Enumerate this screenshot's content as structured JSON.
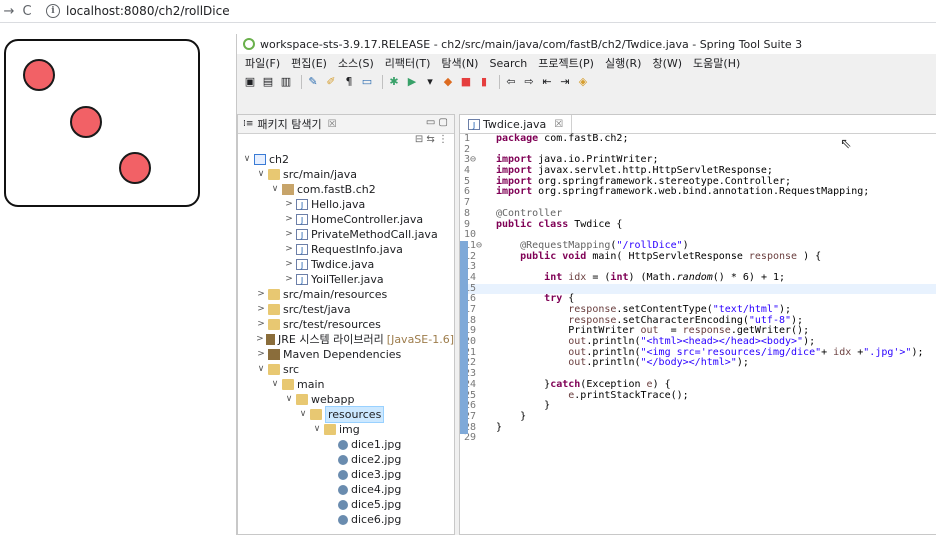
{
  "browser": {
    "url": "localhost:8080/ch2/rollDice"
  },
  "dice": {
    "pips": 3,
    "pip_color": "#f26166"
  },
  "ide": {
    "title": "workspace-sts-3.9.17.RELEASE - ch2/src/main/java/com/fastB/ch2/Twdice.java - Spring Tool Suite 3",
    "menu": [
      "파일(F)",
      "편집(E)",
      "소스(S)",
      "리팩터(T)",
      "탐색(N)",
      "Search",
      "프로젝트(P)",
      "실행(R)",
      "창(W)",
      "도움말(H)"
    ]
  },
  "explorer": {
    "tab_label": "패키지 탐색기",
    "tab_close": "☒",
    "nodes": [
      {
        "label": "ch2",
        "level": 0,
        "expand": "∨",
        "icon": "project-icon"
      },
      {
        "label": "src/main/java",
        "level": 1,
        "expand": "∨",
        "icon": "source-folder-icon"
      },
      {
        "label": "com.fastB.ch2",
        "level": 2,
        "expand": "∨",
        "icon": "package-icon"
      },
      {
        "label": "Hello.java",
        "level": 3,
        "expand": ">",
        "icon": "java-file-icon"
      },
      {
        "label": "HomeController.java",
        "level": 3,
        "expand": ">",
        "icon": "java-file-icon"
      },
      {
        "label": "PrivateMethodCall.java",
        "level": 3,
        "expand": ">",
        "icon": "java-file-icon"
      },
      {
        "label": "RequestInfo.java",
        "level": 3,
        "expand": ">",
        "icon": "java-file-icon"
      },
      {
        "label": "Twdice.java",
        "level": 3,
        "expand": ">",
        "icon": "java-file-icon"
      },
      {
        "label": "YoilTeller.java",
        "level": 3,
        "expand": ">",
        "icon": "java-file-icon"
      },
      {
        "label": "src/main/resources",
        "level": 1,
        "expand": ">",
        "icon": "source-folder-icon"
      },
      {
        "label": "src/test/java",
        "level": 1,
        "expand": ">",
        "icon": "source-folder-icon"
      },
      {
        "label": "src/test/resources",
        "level": 1,
        "expand": ">",
        "icon": "source-folder-icon"
      },
      {
        "label": "JRE 시스템 라이브러리",
        "tag": "[JavaSE-1.6]",
        "level": 1,
        "expand": ">",
        "icon": "library-icon"
      },
      {
        "label": "Maven Dependencies",
        "level": 1,
        "expand": ">",
        "icon": "library-icon"
      },
      {
        "label": "src",
        "level": 1,
        "expand": "∨",
        "icon": "folder-icon"
      },
      {
        "label": "main",
        "level": 2,
        "expand": "∨",
        "icon": "folder-icon"
      },
      {
        "label": "webapp",
        "level": 3,
        "expand": "∨",
        "icon": "folder-icon"
      },
      {
        "label": "resources",
        "level": 4,
        "expand": "∨",
        "icon": "folder-icon",
        "selected": true
      },
      {
        "label": "img",
        "level": 5,
        "expand": "∨",
        "icon": "folder-icon"
      },
      {
        "label": "dice1.jpg",
        "level": 6,
        "expand": "",
        "icon": "image-file-icon"
      },
      {
        "label": "dice2.jpg",
        "level": 6,
        "expand": "",
        "icon": "image-file-icon"
      },
      {
        "label": "dice3.jpg",
        "level": 6,
        "expand": "",
        "icon": "image-file-icon"
      },
      {
        "label": "dice4.jpg",
        "level": 6,
        "expand": "",
        "icon": "image-file-icon"
      },
      {
        "label": "dice5.jpg",
        "level": 6,
        "expand": "",
        "icon": "image-file-icon"
      },
      {
        "label": "dice6.jpg",
        "level": 6,
        "expand": "",
        "icon": "image-file-icon"
      }
    ]
  },
  "editor": {
    "tab_label": "Twdice.java",
    "tab_close": "☒",
    "current_line": 15,
    "lines": [
      {
        "n": "1",
        "html": "<span class='kw'>package</span> com.fastB.ch2;"
      },
      {
        "n": "2",
        "html": ""
      },
      {
        "n": "3⊖",
        "html": "<span class='kw'>import</span> java.io.PrintWriter;"
      },
      {
        "n": "4",
        "html": "<span class='kw'>import</span> javax.servlet.http.HttpServletResponse;"
      },
      {
        "n": "5",
        "html": "<span class='kw'>import</span> org.springframework.stereotype.Controller;"
      },
      {
        "n": "6",
        "html": "<span class='kw'>import</span> org.springframework.web.bind.annotation.RequestMapping;"
      },
      {
        "n": "7",
        "html": ""
      },
      {
        "n": "8",
        "html": "<span class='ann'>@Controller</span>"
      },
      {
        "n": "9",
        "html": "<span class='kw'>public class</span> Twdice {"
      },
      {
        "n": "10",
        "html": ""
      },
      {
        "n": "11⊖",
        "html": "    <span class='ann'>@RequestMapping</span>(<span class='str'>\"/rollDice\"</span>)"
      },
      {
        "n": "12",
        "html": "    <span class='kw'>public void</span> main( HttpServletResponse <span class='var'>response</span> ) {"
      },
      {
        "n": "13",
        "html": ""
      },
      {
        "n": "14",
        "html": "        <span class='kw'>int</span> <span class='var'>idx</span> = (<span class='kw'>int</span>) (Math.<span class='it'>random</span>() * 6) + 1;"
      },
      {
        "n": "15",
        "html": ""
      },
      {
        "n": "16",
        "html": "        <span class='kw'>try</span> {"
      },
      {
        "n": "17",
        "html": "            <span class='var'>response</span>.setContentType(<span class='str'>\"text/html\"</span>);"
      },
      {
        "n": "18",
        "html": "            <span class='var'>response</span>.setCharacterEncoding(<span class='str'>\"utf-8\"</span>);"
      },
      {
        "n": "19",
        "html": "            PrintWriter <span class='var'>out</span>  = <span class='var'>response</span>.getWriter();"
      },
      {
        "n": "20",
        "html": "            <span class='var'>out</span>.println(<span class='str'>\"&lt;html&gt;&lt;head&gt;&lt;/head&gt;&lt;body&gt;\"</span>);"
      },
      {
        "n": "21",
        "html": "            <span class='var'>out</span>.println(<span class='str'>\"&lt;img src='resources/img/dice\"</span>+ <span class='var'>idx</span> +<span class='str'>\".jpg'&gt;\"</span>);"
      },
      {
        "n": "22",
        "html": "            <span class='var'>out</span>.println(<span class='str'>\"&lt;/body&gt;&lt;/html&gt;\"</span>);"
      },
      {
        "n": "23",
        "html": ""
      },
      {
        "n": "24",
        "html": "        }<span class='kw'>catch</span>(Exception <span class='var'>e</span>) {"
      },
      {
        "n": "25",
        "html": "            <span class='var'>e</span>.printStackTrace();"
      },
      {
        "n": "26",
        "html": "        }"
      },
      {
        "n": "27",
        "html": "    }"
      },
      {
        "n": "28",
        "html": "}"
      },
      {
        "n": "29",
        "html": ""
      }
    ]
  }
}
